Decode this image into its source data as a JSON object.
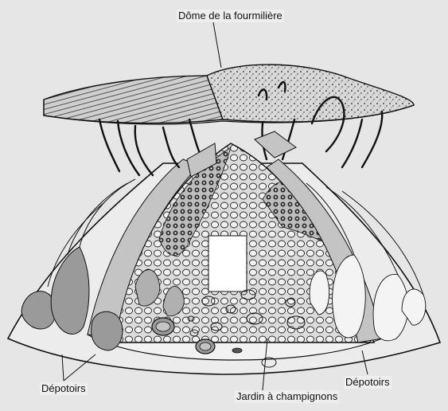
{
  "figure": {
    "labels": {
      "dome": "Dôme de la fourmilière",
      "depotoirs_left": "Dépotoirs",
      "jardin": "Jardin à champignons",
      "depotoirs_right": "Dépotoirs"
    },
    "colors": {
      "background": "#e6e6e6",
      "ink": "#111111",
      "shade": "#9a9a9a",
      "light_shade": "#c4c4c4",
      "white": "#ffffff"
    }
  }
}
